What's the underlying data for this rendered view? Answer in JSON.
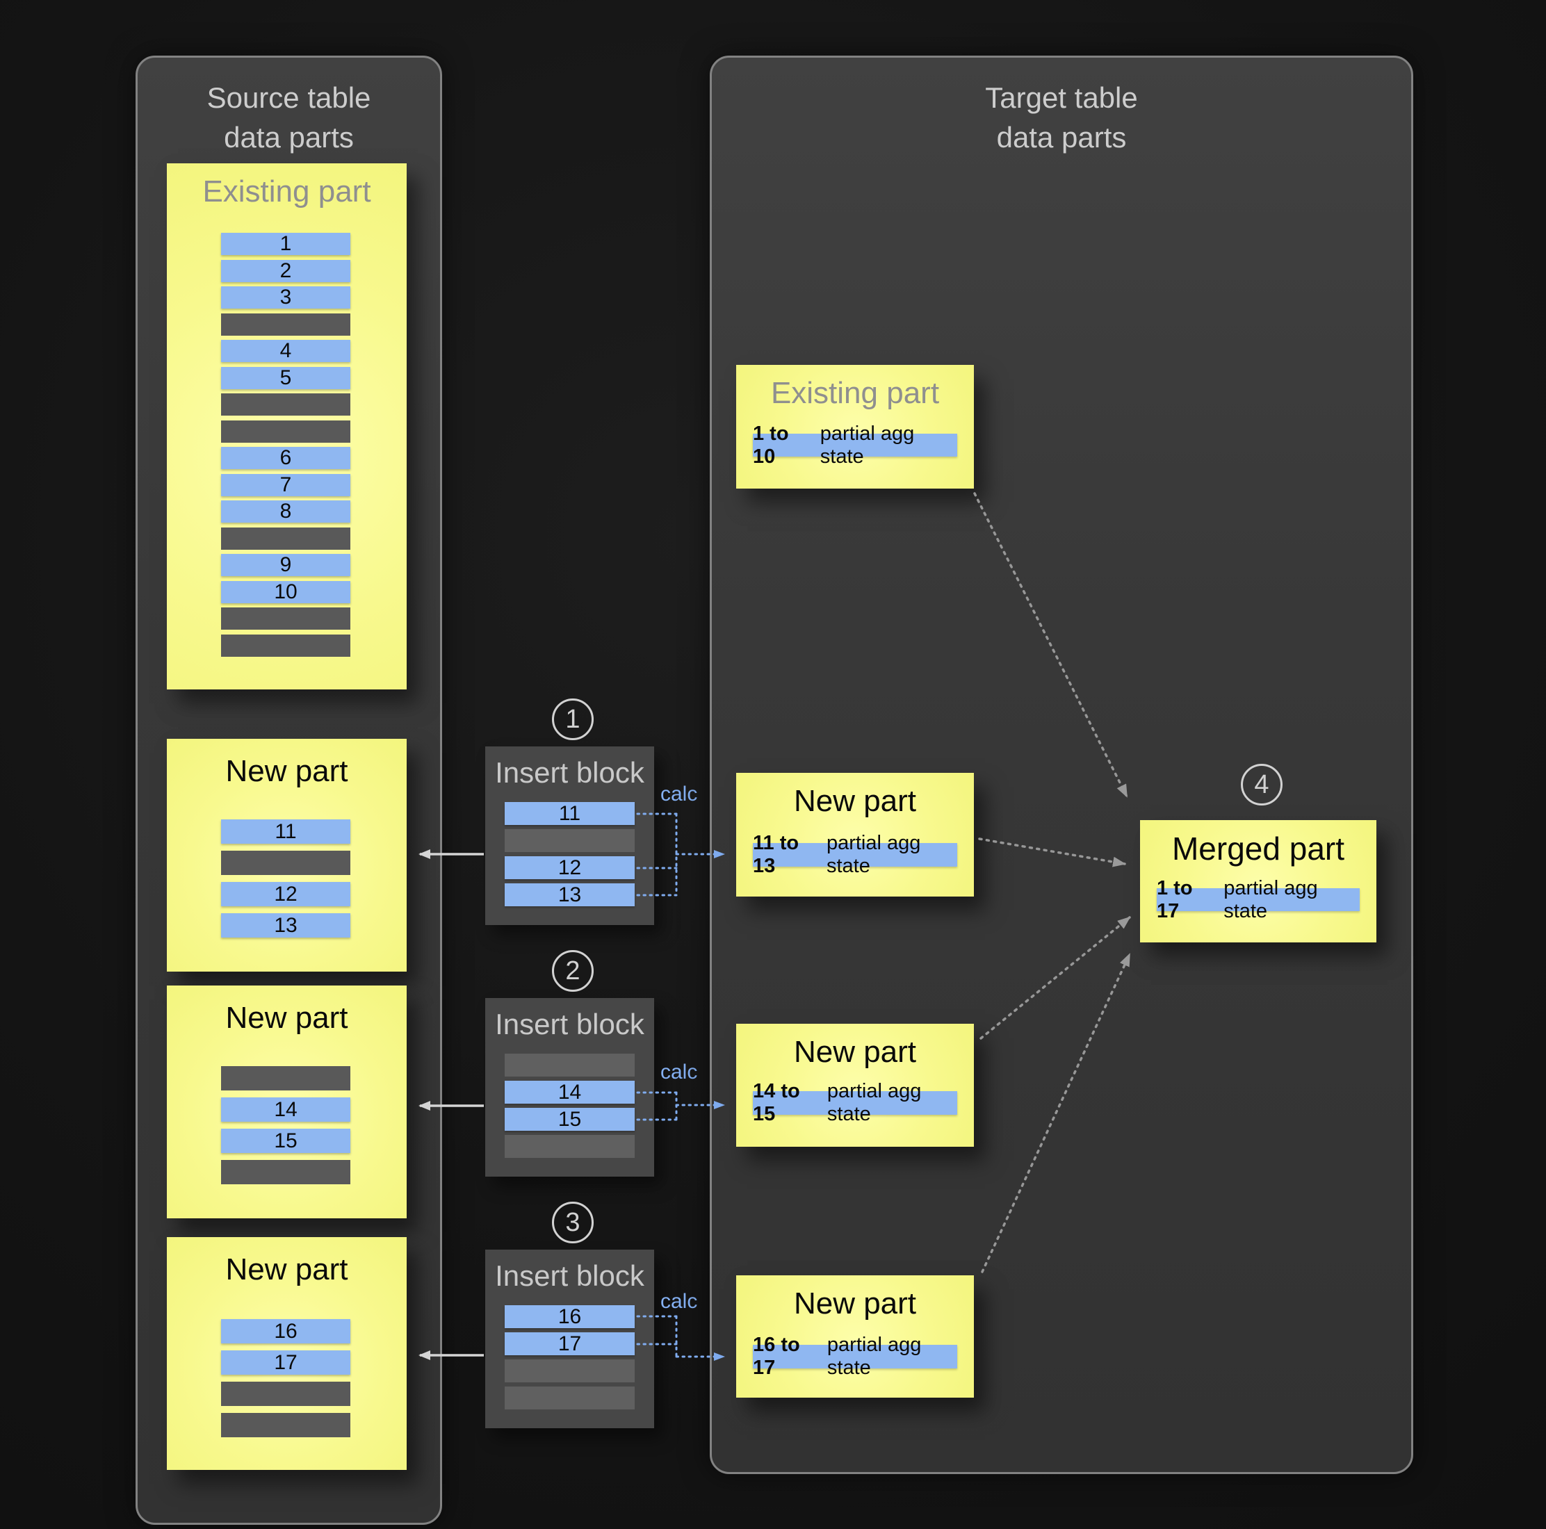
{
  "source_panel": {
    "title_line1": "Source table",
    "title_line2": "data parts",
    "existing_part": {
      "title": "Existing part",
      "rows": [
        "1",
        "2",
        "3",
        null,
        "4",
        "5",
        null,
        null,
        "6",
        "7",
        "8",
        null,
        "9",
        "10",
        null,
        null
      ]
    },
    "new_parts": [
      {
        "title": "New part",
        "rows": [
          "11",
          null,
          "12",
          "13"
        ]
      },
      {
        "title": "New part",
        "rows": [
          null,
          "14",
          "15",
          null
        ]
      },
      {
        "title": "New part",
        "rows": [
          "16",
          "17",
          null,
          null
        ]
      }
    ]
  },
  "insert_steps": [
    {
      "step": "1",
      "title": "Insert block",
      "calc": "calc",
      "rows": [
        "11",
        null,
        "12",
        "13"
      ]
    },
    {
      "step": "2",
      "title": "Insert block",
      "calc": "calc",
      "rows": [
        null,
        "14",
        "15",
        null
      ]
    },
    {
      "step": "3",
      "title": "Insert block",
      "calc": "calc",
      "rows": [
        "16",
        "17",
        null,
        null
      ]
    }
  ],
  "target_panel": {
    "title_line1": "Target table",
    "title_line2": "data parts",
    "existing_part": {
      "title": "Existing part",
      "state_range": "1 to 10",
      "state_label": "partial agg state"
    },
    "new_parts": [
      {
        "title": "New part",
        "state_range": "11 to 13",
        "state_label": "partial agg state"
      },
      {
        "title": "New part",
        "state_range": "14 to 15",
        "state_label": "partial agg state"
      },
      {
        "title": "New part",
        "state_range": "16 to 17",
        "state_label": "partial agg state"
      }
    ],
    "merged_part": {
      "step": "4",
      "title": "Merged part",
      "state_range": "1 to 17",
      "state_label": "partial agg state"
    }
  },
  "colors": {
    "part_yellow": "#f8f98e",
    "row_blue": "#8fb7f1",
    "row_gray": "#595959",
    "calc_blue": "#85b1f3",
    "dotted_arrow_gray": "#979797",
    "solid_arrow_light": "#d5d5d5",
    "panel_fill": "#3a3a3a",
    "panel_border": "#828282"
  }
}
